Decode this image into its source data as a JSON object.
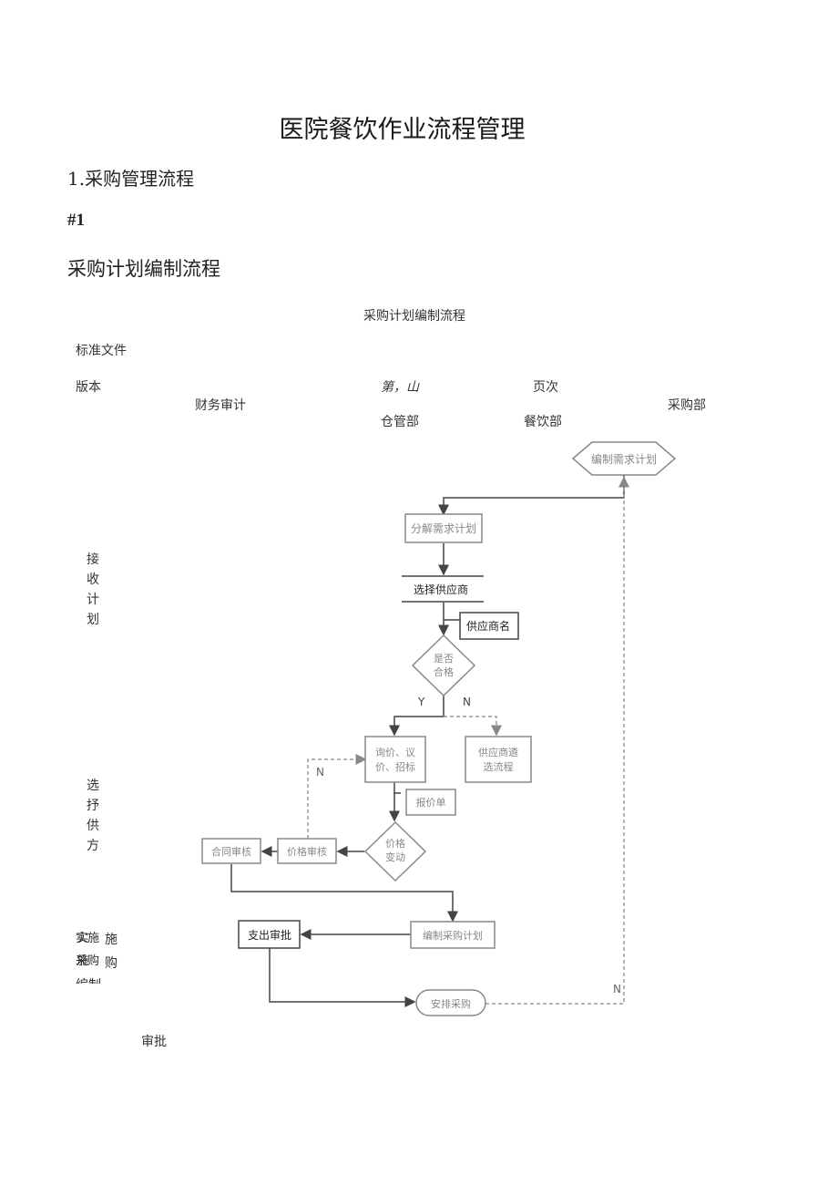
{
  "document": {
    "title": "医院餐饮作业流程管理",
    "section": "1.采购管理流程",
    "ref": "#1",
    "subsection": "采购计划编制流程"
  },
  "header": {
    "chart_title": "采购计划编制流程",
    "standard_doc": "标准文件",
    "version": "版本",
    "page_no": "第，山",
    "page_count": "页次",
    "dept_finance": "财务审计",
    "dept_purchase": "采购部",
    "dept_warehouse": "仓管部",
    "dept_catering": "餐饮部"
  },
  "stages": {
    "receive_plan": "接收计划",
    "select_supplier": "选抒供方",
    "implement_1": "实施",
    "implement_2": "采购",
    "implement_3": "编制",
    "approve": "审批"
  },
  "nodes": {
    "compile_demand": "编制需求计划",
    "decompose_demand": "分解需求计划",
    "select_supplier": "选择供应商",
    "supplier_list": "供应商名",
    "qualified_1": "是否",
    "qualified_2": "合格",
    "inquiry_1": "询价、议",
    "inquiry_2": "价、招标",
    "reselect_1": "供应商遴",
    "reselect_2": "选流程",
    "quote": "报价单",
    "price_change_1": "价格",
    "price_change_2": "变动",
    "price_review": "价格审核",
    "contract_review": "合同审核",
    "compile_purchase": "编制采购计划",
    "expense_approval": "支出审批",
    "arrange_purchase": "安排采购"
  },
  "edge_labels": {
    "yes": "Y",
    "no": "N",
    "no_2": "N",
    "no_3": "N"
  },
  "colors": {
    "gray_box": "#8a8a8a",
    "dark_line": "#444444",
    "dashed": "#999999"
  }
}
